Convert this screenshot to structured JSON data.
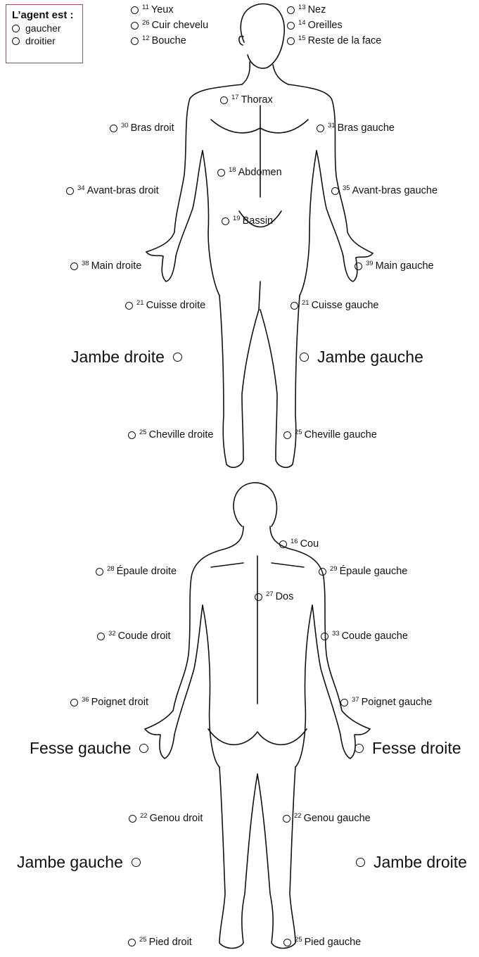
{
  "handedness": {
    "title": "L’agent est :",
    "options": [
      "gaucher",
      "droitier"
    ]
  },
  "front": {
    "labels": [
      {
        "num": "11",
        "text": "Yeux"
      },
      {
        "num": "26",
        "text": "Cuir chevelu"
      },
      {
        "num": "12",
        "text": "Bouche"
      },
      {
        "num": "13",
        "text": "Nez"
      },
      {
        "num": "14",
        "text": "Oreilles"
      },
      {
        "num": "15",
        "text": "Reste de la face"
      },
      {
        "num": "17",
        "text": "Thorax"
      },
      {
        "num": "30",
        "text": "Bras droit"
      },
      {
        "num": "31",
        "text": "Bras gauche"
      },
      {
        "num": "18",
        "text": "Abdomen"
      },
      {
        "num": "34",
        "text": "Avant-bras droit"
      },
      {
        "num": "35",
        "text": "Avant-bras gauche"
      },
      {
        "num": "19",
        "text": "Bassin"
      },
      {
        "num": "38",
        "text": "Main droite"
      },
      {
        "num": "39",
        "text": "Main gauche"
      },
      {
        "num": "21",
        "text": "Cuisse droite"
      },
      {
        "num": "21",
        "text": "Cuisse gauche"
      },
      {
        "num": "25",
        "text": "Cheville droite"
      },
      {
        "num": "25",
        "text": "Cheville gauche"
      }
    ],
    "big": {
      "left": "Jambe droite",
      "right": "Jambe gauche"
    }
  },
  "back": {
    "labels": [
      {
        "num": "16",
        "text": "Cou"
      },
      {
        "num": "28",
        "text": "Épaule droite"
      },
      {
        "num": "29",
        "text": "Épaule gauche"
      },
      {
        "num": "27",
        "text": "Dos"
      },
      {
        "num": "32",
        "text": "Coude droit"
      },
      {
        "num": "33",
        "text": "Coude gauche"
      },
      {
        "num": "36",
        "text": "Poignet droit"
      },
      {
        "num": "37",
        "text": "Poignet gauche"
      },
      {
        "num": "22",
        "text": "Genou droit"
      },
      {
        "num": "22",
        "text": "Genou gauche"
      },
      {
        "num": "25",
        "text": "Pied droit"
      },
      {
        "num": "25",
        "text": "Pied gauche"
      }
    ],
    "big": {
      "buttock_left": "Fesse gauche",
      "buttock_right": "Fesse droite",
      "leg_left": "Jambe gauche",
      "leg_right": "Jambe droite"
    }
  }
}
